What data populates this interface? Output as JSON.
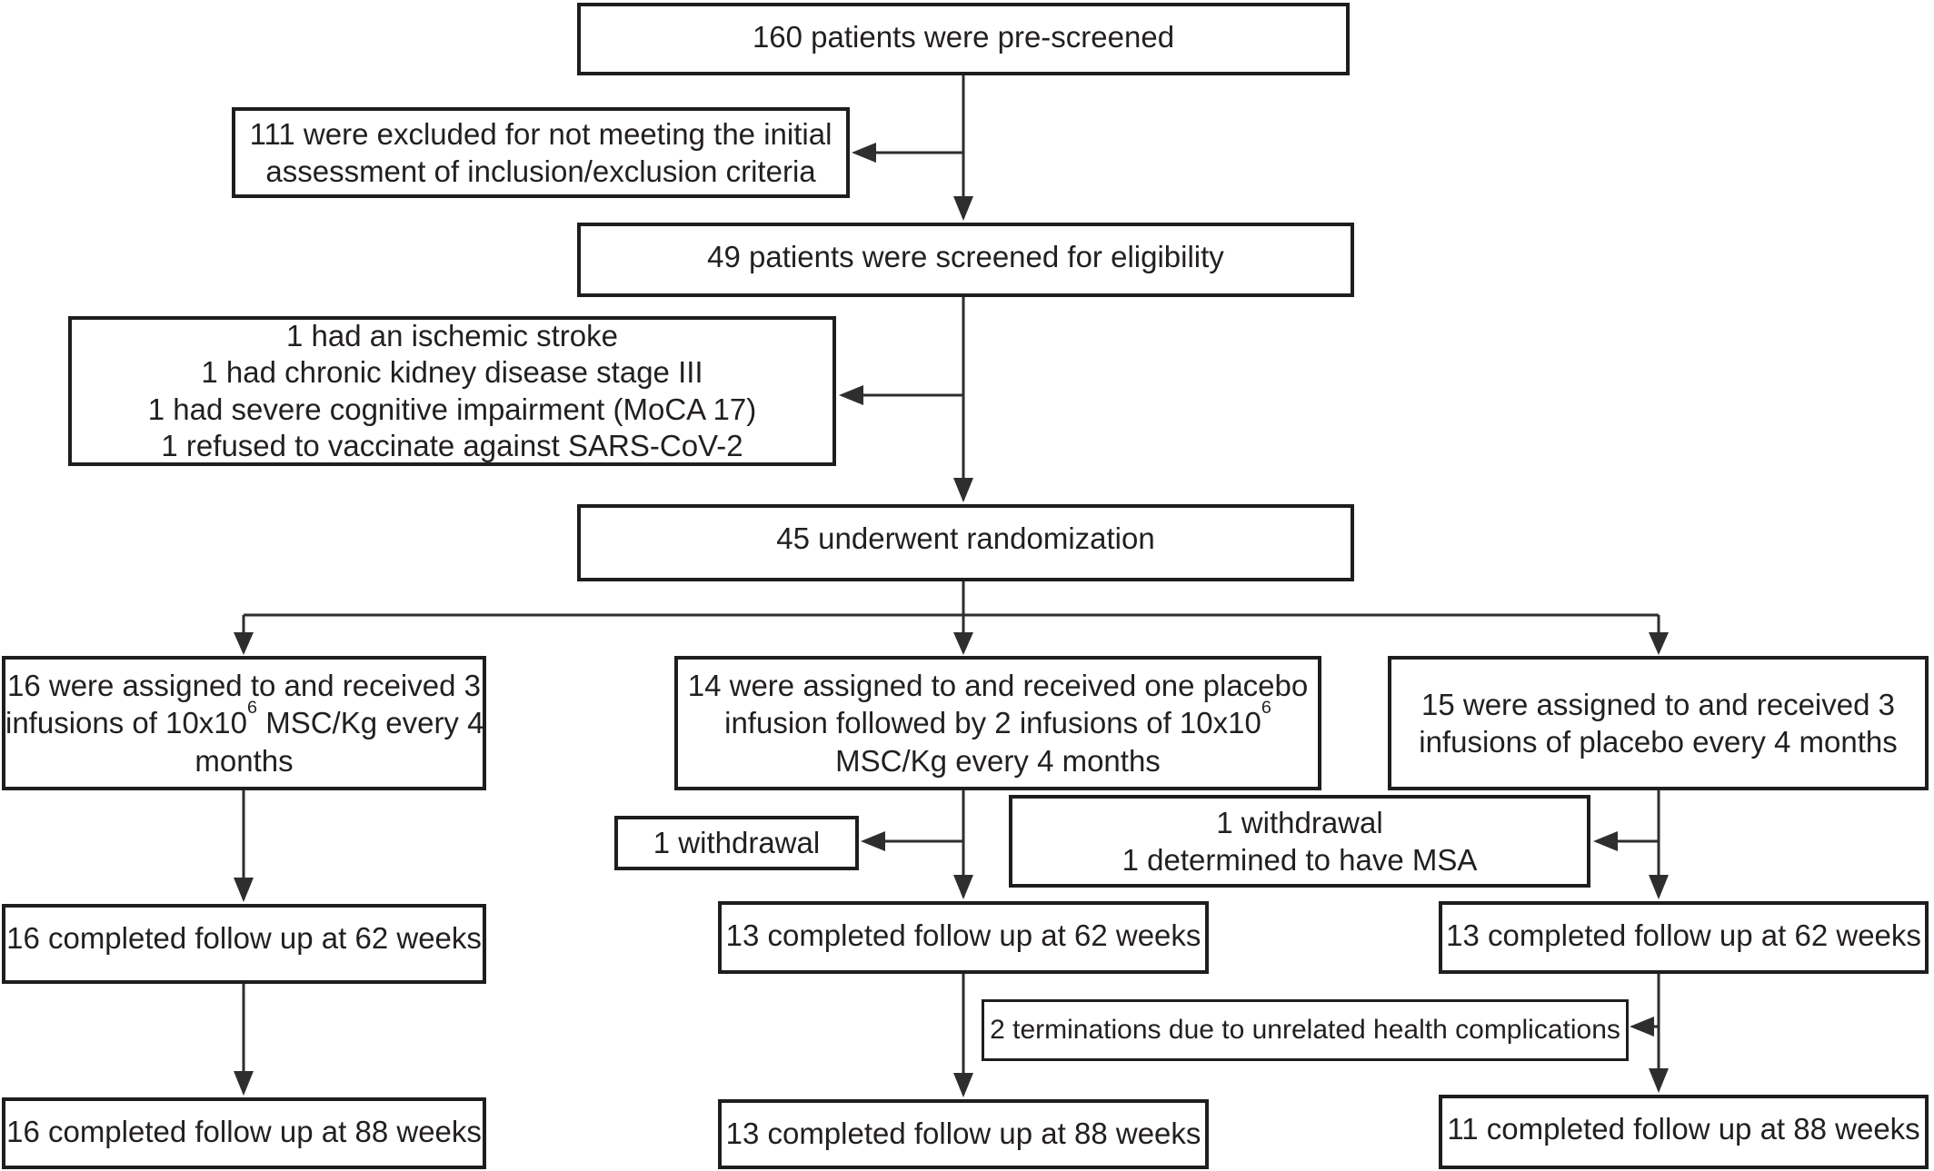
{
  "colors": {
    "box_border": "#1e1e1e",
    "connector": "#2e2e2e",
    "text": "#231f20",
    "background": "#ffffff"
  },
  "boxes": {
    "prescreened": {
      "text": "160 patients were pre-screened"
    },
    "excluded_initial": {
      "lines": [
        "111 were excluded for not meeting the initial",
        "assessment of inclusion/exclusion criteria"
      ]
    },
    "screened": {
      "text": "49 patients were screened for eligibility"
    },
    "screening_exclusions": {
      "lines": [
        "1 had an ischemic stroke",
        "1 had chronic kidney disease stage III",
        "1 had severe cognitive impairment (MoCA 17)",
        "1 refused to vaccinate against SARS-CoV-2"
      ]
    },
    "randomized": {
      "text": "45 underwent randomization"
    },
    "arm_msc": {
      "line1": "16 were assigned to and received 3",
      "line2_pre": "infusions of 10x10",
      "line2_sup": "6",
      "line2_post": " MSC/Kg every 4",
      "line3": "months"
    },
    "arm_placebo_msc": {
      "line1": "14 were assigned to and received one placebo",
      "line2_pre": "infusion followed by 2 infusions of 10x10",
      "line2_sup": "6",
      "line2_post": "",
      "line3": "MSC/Kg every 4 months"
    },
    "arm_placebo": {
      "lines": [
        "15 were assigned to and received 3",
        "infusions of placebo every 4 months"
      ]
    },
    "withdrawal_mid": {
      "text": "1 withdrawal"
    },
    "withdrawal_right": {
      "lines": [
        "1 withdrawal",
        "1 determined to have MSA"
      ]
    },
    "fu62_left": {
      "text": "16 completed follow up at 62 weeks"
    },
    "fu62_mid": {
      "text": "13 completed follow up at 62 weeks"
    },
    "fu62_right": {
      "text": "13 completed follow up at 62 weeks"
    },
    "terminations": {
      "text": "2 terminations due to unrelated health complications"
    },
    "fu88_left": {
      "text": "16 completed follow up at 88 weeks"
    },
    "fu88_mid": {
      "text": "13 completed follow up at 88 weeks"
    },
    "fu88_right": {
      "text": "11 completed follow up at 88 weeks"
    }
  }
}
